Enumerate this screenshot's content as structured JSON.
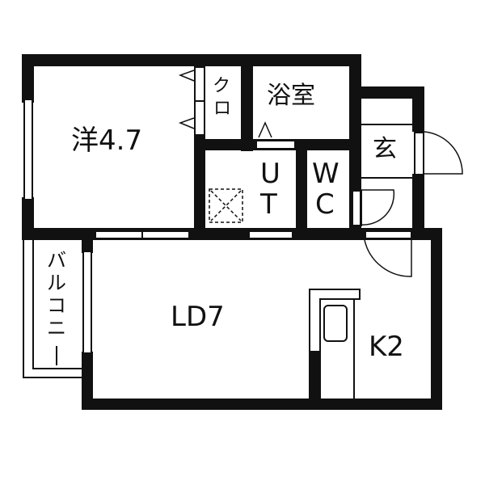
{
  "floorplan": {
    "rooms": {
      "western_room": {
        "label": "洋4.7"
      },
      "closet": {
        "label_line1": "ク",
        "label_line2": "ロ"
      },
      "bathroom": {
        "label": "浴室"
      },
      "entrance": {
        "label": "玄"
      },
      "utility": {
        "label_line1": "U",
        "label_line2": "T"
      },
      "toilet": {
        "label_line1": "W",
        "label_line2": "C"
      },
      "living_dining": {
        "label": "LD7"
      },
      "kitchen": {
        "label": "K2"
      },
      "balcony": {
        "label_chars": [
          "バ",
          "ル",
          "コ",
          "ニ",
          "ー"
        ]
      }
    },
    "colors": {
      "wall": "#111111",
      "background": "#ffffff"
    }
  }
}
